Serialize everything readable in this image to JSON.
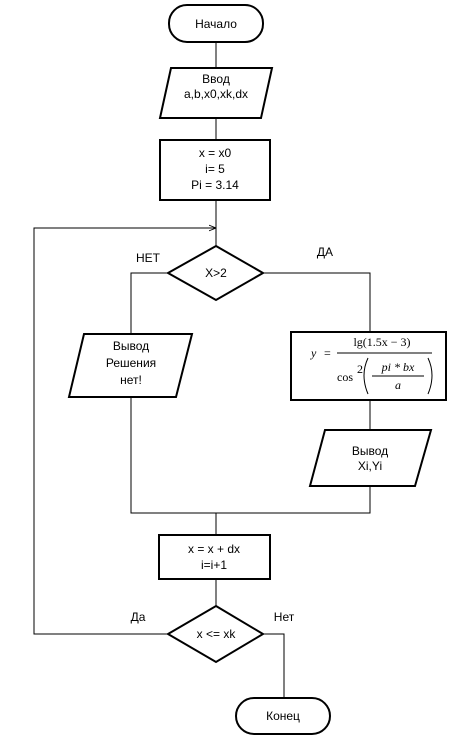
{
  "start": {
    "label": "Начало"
  },
  "input": {
    "line1": "Ввод",
    "line2": "a,b,x0,xk,dx"
  },
  "init": {
    "line1": "x = x0",
    "line2": "i= 5",
    "line3": "Pi = 3.14"
  },
  "condition1": {
    "label": "X>2",
    "no_label": "НЕТ",
    "yes_label": "ДА"
  },
  "no_output": {
    "line1": "Вывод",
    "line2": "Решения",
    "line3": "нет!"
  },
  "formula": {
    "lhs": "y",
    "equals": "=",
    "numerator": "lg(1.5x − 3)",
    "denominator_func": "cos",
    "denominator_power": "2",
    "inner_numerator": "pi * bx",
    "inner_denominator": "a"
  },
  "yes_output": {
    "line1": "Вывод",
    "line2": "Xi,Yi"
  },
  "increment": {
    "line1": "x = x + dx",
    "line2": "i=i+1"
  },
  "condition2": {
    "label": "x <= xk",
    "yes_label": "Да",
    "no_label": "Нет"
  },
  "end": {
    "label": "Конец"
  }
}
